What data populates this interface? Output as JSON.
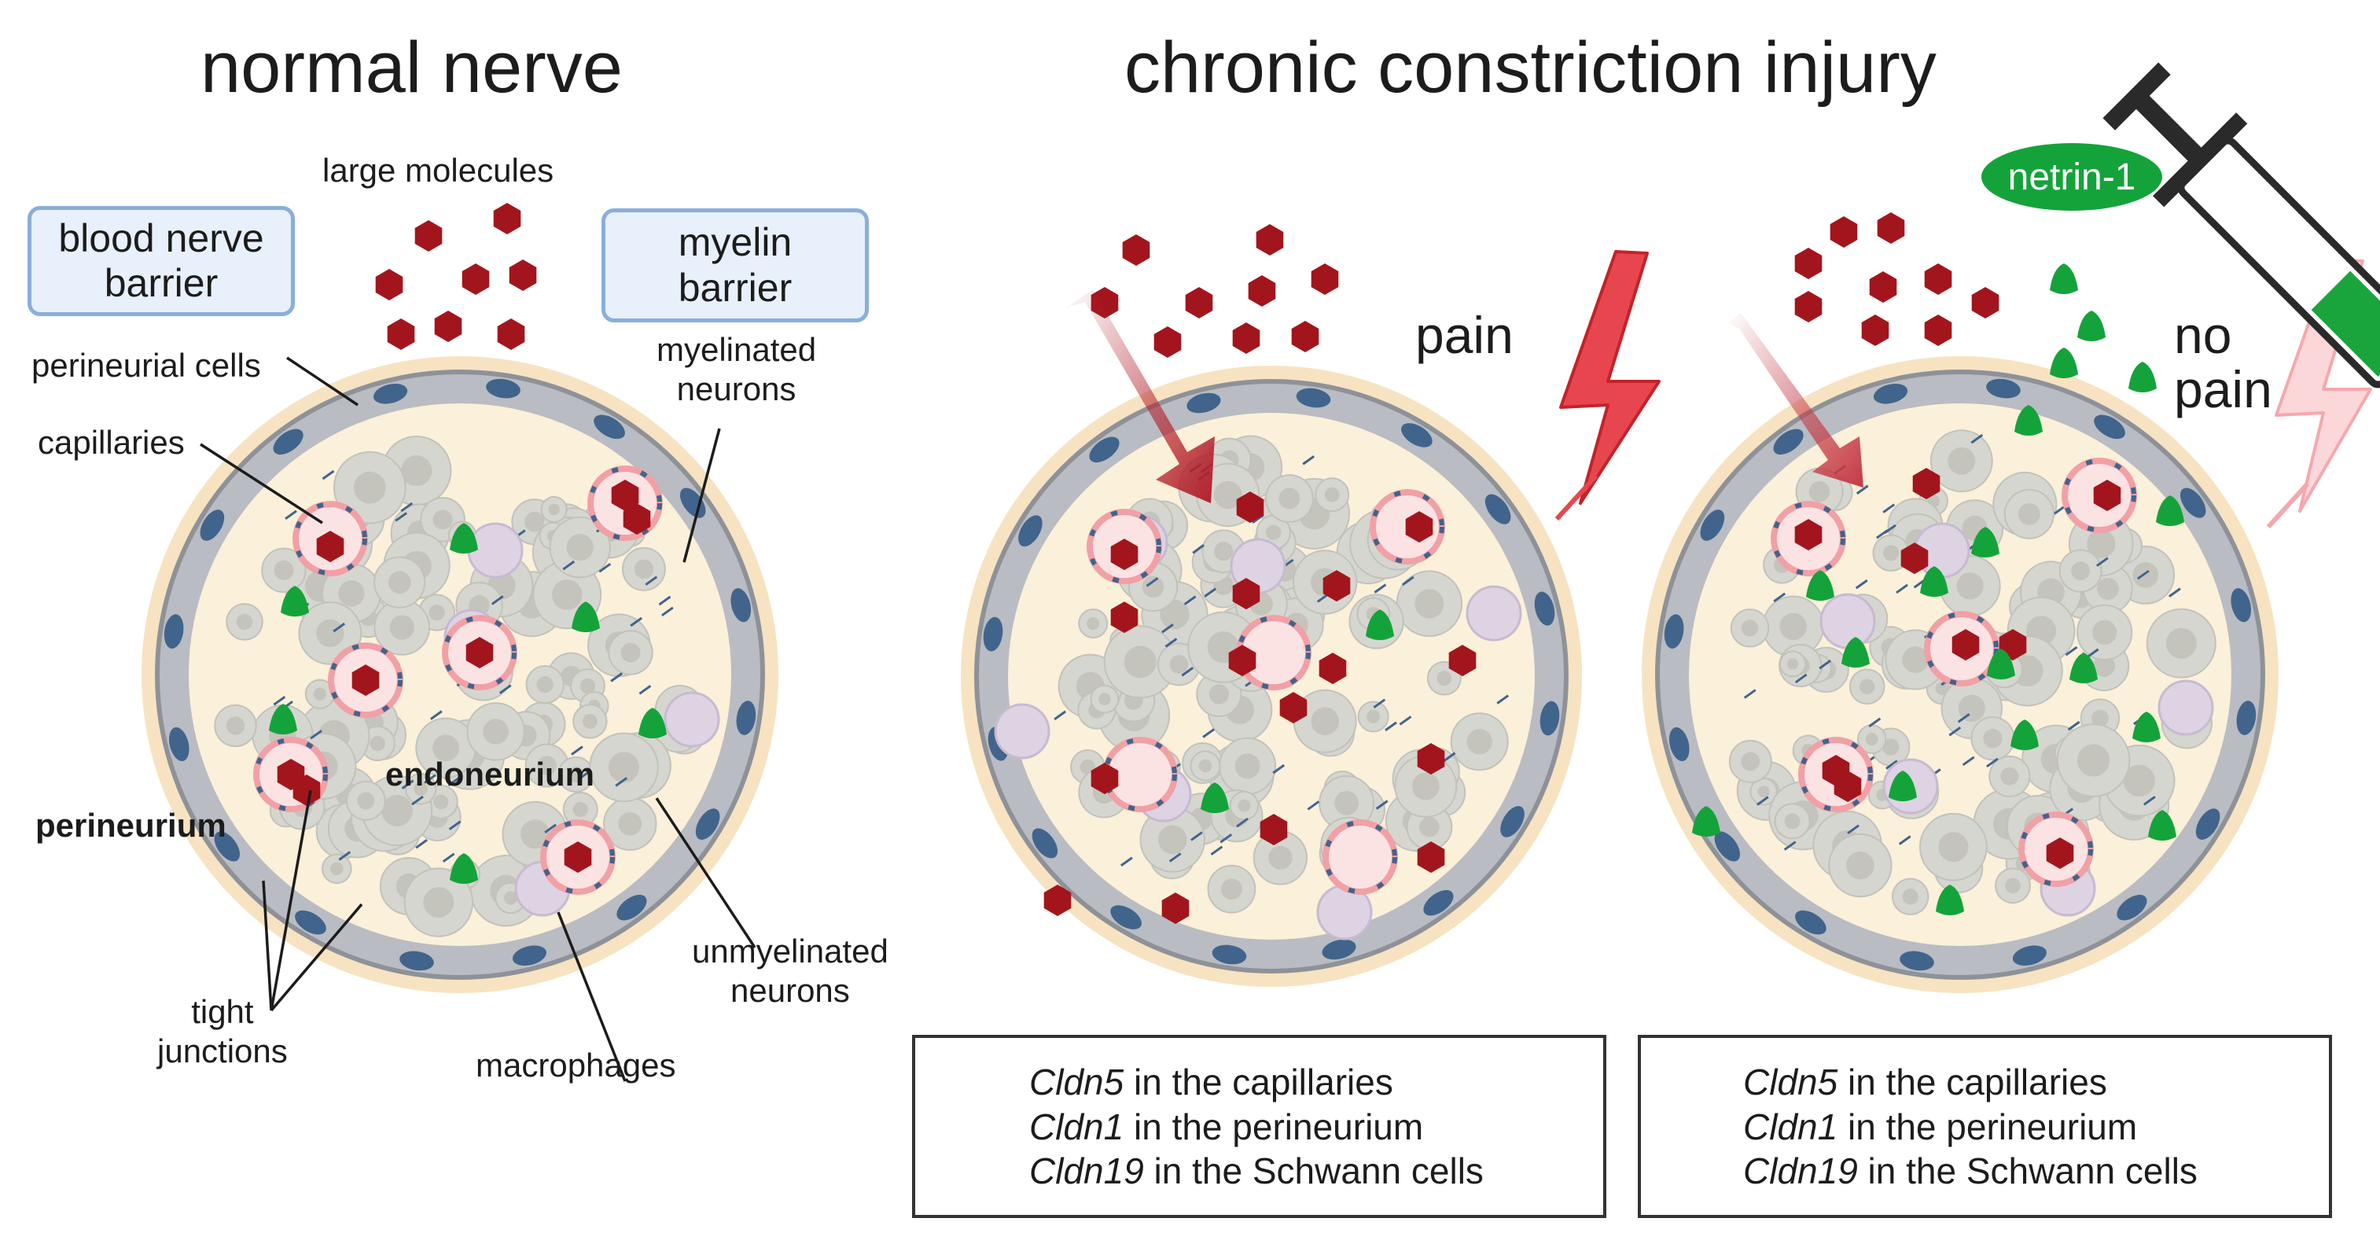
{
  "titles": {
    "normal": "normal nerve",
    "cci": "chronic constriction injury"
  },
  "labels": {
    "large_molecules": "large molecules",
    "bnb_line1": "blood nerve",
    "bnb_line2": "barrier",
    "mb_line1": "myelin",
    "mb_line2": "barrier",
    "perineurial_cells": "perineurial cells",
    "capillaries": "capillaries",
    "myelinated_line1": "myelinated",
    "myelinated_line2": "neurons",
    "endoneurium": "endoneurium",
    "perineurium": "perineurium",
    "tight_line1": "tight",
    "tight_line2": "junctions",
    "macrophages": "macrophages",
    "unmyelinated_line1": "unmyelinated",
    "unmyelinated_line2": "neurons",
    "pain": "pain",
    "no_pain_line1": "no",
    "no_pain_line2": "pain",
    "netrin": "netrin-1"
  },
  "legend_down": {
    "items": [
      {
        "gene": "Cldn5",
        "text": " in the capillaries"
      },
      {
        "gene": "Cldn1",
        "text": " in the perineurium"
      },
      {
        "gene": "Cldn19",
        "text": " in the Schwann cells"
      }
    ]
  },
  "legend_up": {
    "items": [
      {
        "gene": "Cldn5",
        "text": " in the capillaries"
      },
      {
        "gene": "Cldn1",
        "text": " in the perineurium"
      },
      {
        "gene": "Cldn19",
        "text": " in the Schwann cells"
      }
    ]
  },
  "colors": {
    "molecule": "#a3151c",
    "arrow_down": "#b3202a",
    "arrow_up": "#1aa53c",
    "lightning_cci": "#e8464e",
    "lightning_treated": "#f7b7bb",
    "perineurium": "#b9bcc2",
    "perineurial_nucleus": "#41648c",
    "endoneurium_fill": "#fbf0d9",
    "netrin": "#14a33a",
    "box_border": "#8aaedb",
    "box_fill": "#e8f0fb"
  },
  "icons": {
    "syringe": "syringe-icon",
    "pain": "lightning-icon",
    "molecule": "hexagon-icon",
    "netrin": "netrin-drop-icon"
  }
}
